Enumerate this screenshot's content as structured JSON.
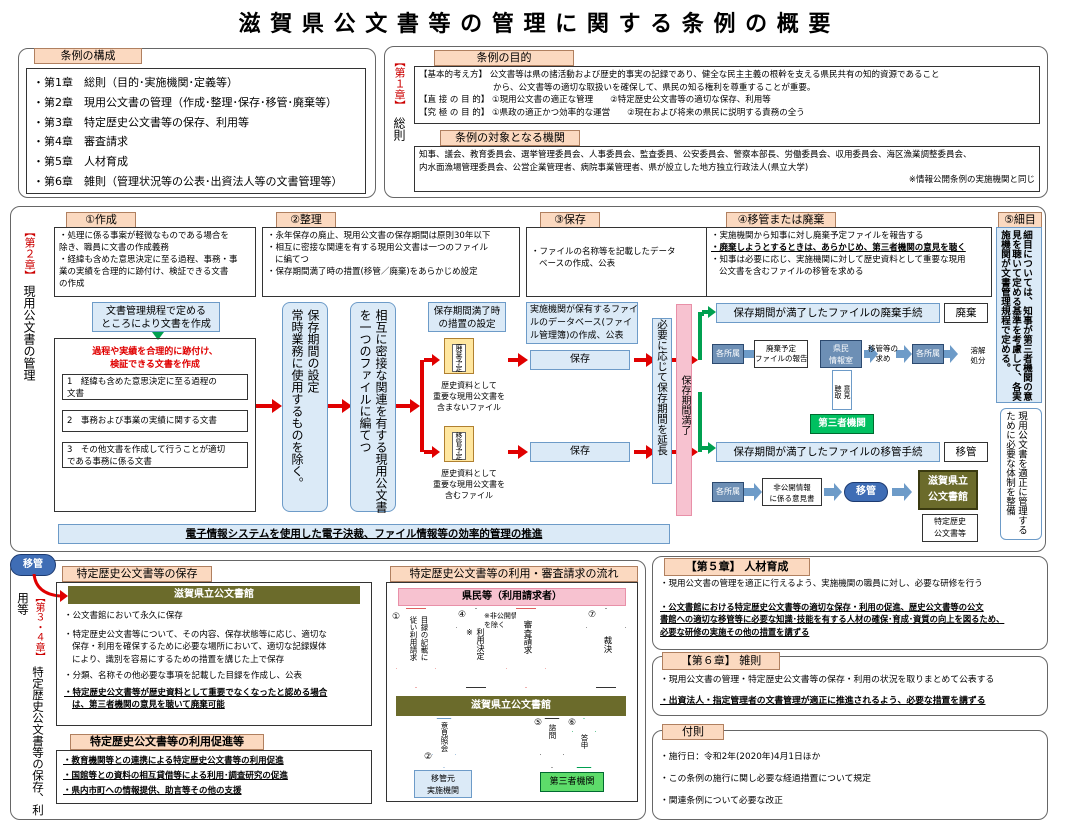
{
  "title": "滋 賀 県 公 文 書 等 の 管 理 に 関 す る 条 例 の 概 要",
  "composition": {
    "tag": "条例の構成",
    "items": [
      "・第1章　総則（目的･実施機関･定義等）",
      "・第2章　現用公文書の管理（作成･整理･保存･移管･廃棄等）",
      "・第3章　特定歴史公文書等の保存、利用等",
      "・第4章　審査請求",
      "・第5章　人材育成",
      "・第6章　雑則（管理状況等の公表･出資法人等の文書管理等）"
    ]
  },
  "ch1": {
    "label": "【第１章】",
    "title": "総則",
    "purpose_tag": "条例の目的",
    "purpose": [
      "【基本的考え方】 公文書等は県の諸活動および歴史的事実の記録であり、健全な民主主義の根幹を支える県民共有の知的資源であること",
      "から、公文書等の適切な取扱いを確保して、県民の知る権利を尊重することが重要。",
      "【直 接 の 目 的】 ①現用公文書の適正な管理　　②特定歴史公文書等の適切な保存、利用等",
      "【究 極 の 目 的】 ①県政の適正かつ効率的な運営　　②現在および将来の県民に説明する責務の全う"
    ],
    "scope_tag": "条例の対象となる機関",
    "scope": [
      "知事、議会、教育委員会、選挙管理委員会、人事委員会、監査委員、公安委員会、警察本部長、労働委員会、収用委員会、海区漁業調整委員会、",
      "内水面漁場管理委員会、公営企業管理者、病院事業管理者、県が設立した地方独立行政法人(県立大学)"
    ],
    "scope_note": "※情報公開条例の実施機関と同じ"
  },
  "ch2": {
    "label": "【第２章】",
    "title": "現用公文書の管理",
    "s1": {
      "tag": "①作成",
      "lines": [
        "・処理に係る事案が軽微なものである場合を",
        "除き、職員に文書の作成義務",
        "・経緯も含めた意思決定に至る過程、事務・事",
        "業の実績を合理的に跡付け、検証できる文書",
        "の作成"
      ]
    },
    "s2": {
      "tag": "②整理",
      "lines": [
        "・永年保存の廃止、現用公文書の保存期間は原則30年以下",
        "・相互に密接な関連を有する現用公文書は一つのファイル",
        "に編てつ",
        "・保存期間満了時の措置(移管／廃棄)をあらかじめ設定"
      ]
    },
    "s3": {
      "tag": "③保存",
      "lines": [
        "・ファイルの名称等を記載したデータ",
        "ベースの作成、公表"
      ]
    },
    "s4": {
      "tag": "④移管または廃棄",
      "lines": [
        "・実施機関から知事に対し廃棄予定ファイルを報告する",
        "・廃棄しようとするときは、あらかじめ、第三者機関の意見を聴く",
        "・知事は必要に応じ、実施機関に対して歴史資料として重要な現用",
        "公文書を含むファイルの移管を求める"
      ]
    },
    "s5": {
      "tag": "⑤細目",
      "text": "細目については、知事が第三者機関の意見を聴いて定める基準を考慮して、各実施機関が文書管理規程で定める。"
    },
    "rules_box": "文書管理規程で定める\nところにより文書を作成",
    "red_note": "過程や実績を合理的に跡付け、\n検証できる文書を作成",
    "list": [
      "1　経緯も含めた意思決定に至る過程の\n文書",
      "2　事務および事業の実績に関する文書",
      "3　その他文書を作成して行うことが適切\nである事務に係る文書"
    ],
    "col_a": "保存期間の設定\n常時業務に使用するものを除く。",
    "col_b": "相互に密接な関連を有する現用公文書\nを一つのファイルに編てつ",
    "expire_box": "保存期間満了時\nの措置の設定",
    "tag_dispose": "廃棄予定",
    "tag_transfer": "移管予定",
    "nonhist": "歴史資料として\n重要な現用公文書を\n含まないファイル",
    "hist": "歴史資料として\n重要な現用公文書を\n含むファイル",
    "db_box": "実施機関が保有するファイ\nルのデータベース(ファイ\nル管理簿)の作成、公表",
    "keep1": "保存",
    "keep2": "保存",
    "extend": "必要に応じて保存期間を延長",
    "expired": "保存期間満了",
    "dispose_proc": "保存期間が満了したファイルの廃棄手続",
    "dispose_label": "廃棄",
    "transfer_proc": "保存期間が満了したファイルの移管手続",
    "transfer_label": "移管",
    "dept": "各所属",
    "report": "廃棄予定\nファイルの報告",
    "info_desk": "県民\n情報室",
    "request": "移管等の\n求め",
    "dept2": "各所属",
    "melt": "溶解\n処分",
    "consult": "意見\n聴取",
    "third": "第三者機関",
    "dept3": "各所属",
    "nonpublic": "非公開情報\nに係る意見書",
    "transfer_pill": "移管",
    "archives": "滋賀県立\n公文書館",
    "specific_box": "特定歴史\n公文書等",
    "side_right": "現用公文書を適正に管理するために必要な体制を整備",
    "ebar": "電子情報システムを使用した電子決裁、ファイル情報等の効率的管理の推進"
  },
  "ch34": {
    "label": "【第３・４章】",
    "title": "特定歴史公文書等の保存、利用等",
    "pill": "移管",
    "keep_tag": "特定歴史公文書等の保存",
    "archives_bar": "滋賀県立公文書館",
    "keep_lines": [
      "・公文書館において永久に保存",
      "・特定歴史公文書等について、その内容、保存状態等に応じ、適切な",
      "保存・利用を確保するために必要な場所において、適切な記録媒体",
      "により、識別を容易にするための措置を講じた上で保存",
      "・分類、名称その他必要な事項を記載した目録を作成し、公表",
      "・特定歴史公文書等が歴史資料として重要でなくなったと認める場合",
      "は、第三者機関の意見を聴いて廃棄可能"
    ],
    "promo_tag": "特定歴史公文書等の利用促進等",
    "promo": [
      "・教育機関等との連携による特定歴史公文書等の利用促進",
      "・国館等との資料の相互貸借等による利用･調査研究の促進",
      "・県内市町への情報提供、助言等その他の支援"
    ],
    "flow_tag": "特定歴史公文書等の利用・審査請求の流れ",
    "citizen": "県民等（利用請求者）",
    "n1": "①",
    "a1": "目録の記載に\n従い利用請求",
    "n2": "④",
    "a2": "利用決定\n※",
    "note2": "※非公開情報\nを除く",
    "a3": "審査請求",
    "n4": "⑦",
    "a4": "裁決",
    "archives2": "滋賀県立公文書館",
    "n5": "②",
    "a5": "意見照会",
    "n6": "⑤",
    "a6": "諮問",
    "n7": "⑥",
    "a7": "答申",
    "origin": "移管元\n実施機関",
    "third2": "第三者機関"
  },
  "ch5": {
    "tag": "【第５章】 人材育成",
    "lines": [
      "・現用公文書の管理を適正に行えるよう、実施機関の職員に対し、必要な研修を行う",
      "・公文書館における特定歴史公文書等の適切な保存・利用の促進、歴史公文書等の公文",
      "書館への適切な移管等に必要な知識･技能を有する人材の確保･育成･資質の向上を図るため、",
      "必要な研修の実施その他の措置を講ずる"
    ]
  },
  "ch6": {
    "tag": "【第６章】 雑則",
    "lines": [
      "・現用公文書の管理・特定歴史公文書等の保存・利用の状況を取りまとめて公表する",
      "・出資法人・指定管理者の文書管理が適正に推進されるよう、必要な措置を講ずる"
    ]
  },
  "supp": {
    "tag": "付則",
    "lines": [
      "・施行日：令和2年(2020年)4月1日ほか",
      "・この条例の施行に関し必要な経過措置について規定",
      "・関連条例について必要な改正"
    ]
  }
}
